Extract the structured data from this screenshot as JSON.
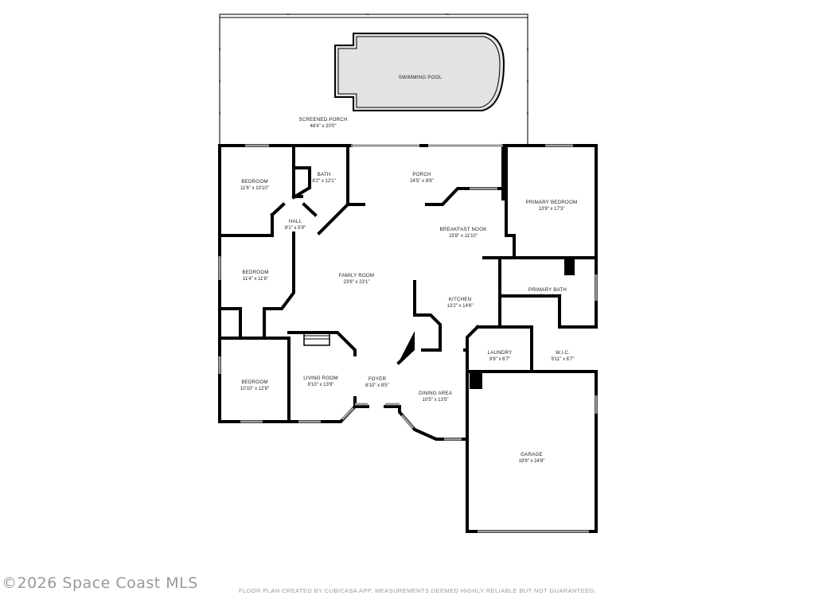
{
  "rooms": [
    {
      "id": "screened-porch",
      "name": "SCREENED PORCH",
      "dim": "48'4\" x 20'0\""
    },
    {
      "id": "swimming-pool",
      "name": "SWIMMING POOL",
      "dim": ""
    },
    {
      "id": "bedroom-1",
      "name": "BEDROOM",
      "dim": "11'6\" x 10'10\""
    },
    {
      "id": "bath",
      "name": "BATH",
      "dim": "8'2\" x 12'1\""
    },
    {
      "id": "porch",
      "name": "PORCH",
      "dim": "24'5\" x 8'8\""
    },
    {
      "id": "primary-bedroom",
      "name": "PRIMARY BEDROOM",
      "dim": "13'9\" x 17'3\""
    },
    {
      "id": "hall",
      "name": "HALL",
      "dim": "8'1\" x 5'9\""
    },
    {
      "id": "breakfast-nook",
      "name": "BREAKFAST NOOK",
      "dim": "15'8\" x 11'10\""
    },
    {
      "id": "bedroom-2",
      "name": "BEDROOM",
      "dim": "11'4\" x 11'8\""
    },
    {
      "id": "family-room",
      "name": "FAMILY ROOM",
      "dim": "23'6\" x 23'1\""
    },
    {
      "id": "primary-bath",
      "name": "PRIMARY BATH",
      "dim": "14'8\" x 10'11\""
    },
    {
      "id": "kitchen",
      "name": "KITCHEN",
      "dim": "13'2\" x 14'6\""
    },
    {
      "id": "laundry",
      "name": "LAUNDRY",
      "dim": "9'8\" x 6'7\""
    },
    {
      "id": "wic",
      "name": "W.I.C.",
      "dim": "9'11\" x 6'7\""
    },
    {
      "id": "bedroom-3",
      "name": "BEDROOM",
      "dim": "10'10\" x 12'8\""
    },
    {
      "id": "living-room",
      "name": "LIVING ROOM",
      "dim": "9'10\" x 13'9\""
    },
    {
      "id": "foyer",
      "name": "FOYER",
      "dim": "6'10\" x 8'5\""
    },
    {
      "id": "dining-area",
      "name": "DINING AREA",
      "dim": "10'5\" x 13'5\""
    },
    {
      "id": "garage",
      "name": "GARAGE",
      "dim": "19'9\" x 24'8\""
    }
  ],
  "watermark": "©2026 Space Coast MLS",
  "disclaimer": "FLOOR PLAN CREATED BY CUBICASA APP. MEASUREMENTS DEEMED HIGHLY RELIABLE BUT NOT GUARANTEED.",
  "colors": {
    "wall": "#000000",
    "pool_fill": "#e3e3e3",
    "window": "#9a9a9a",
    "text_gray": "#9a9a9a"
  }
}
